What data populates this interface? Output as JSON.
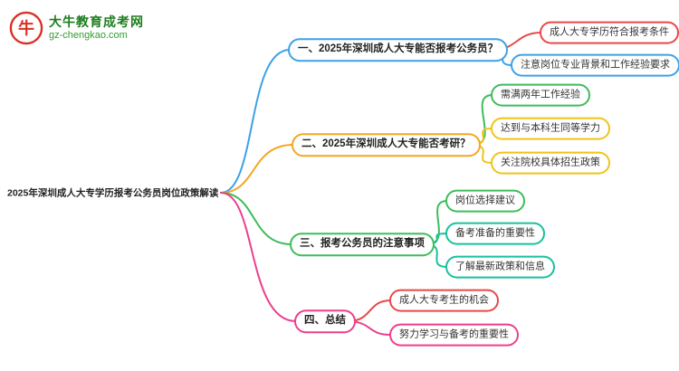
{
  "logo": {
    "brand": "大牛教育成考网",
    "domain": "gz-chengkao.com",
    "icon_char": "牛",
    "icon_color": "#d93025"
  },
  "mindmap": {
    "root": {
      "label": "2025年深圳成人大专学历报考公务员岗位政策解读"
    },
    "branches": [
      {
        "label": "一、2025年深圳成人大专能否报考公务员？",
        "color": "#3da1e6",
        "children": [
          {
            "label": "成人大专学历符合报考条件",
            "color": "#e8484a"
          },
          {
            "label": "注意岗位专业背景和工作经验要求",
            "color": "#3da1e6"
          }
        ]
      },
      {
        "label": "二、2025年深圳成人大专能否考研？",
        "color": "#f5a623",
        "children": [
          {
            "label": "需满两年工作经验",
            "color": "#3dbd5b"
          },
          {
            "label": "达到与本科生同等学力",
            "color": "#f0c419"
          },
          {
            "label": "关注院校具体招生政策",
            "color": "#f0c419"
          }
        ]
      },
      {
        "label": "三、报考公务员的注意事项",
        "color": "#3dbd5b",
        "children": [
          {
            "label": "岗位选择建议",
            "color": "#3dbd5b"
          },
          {
            "label": "备考准备的重要性",
            "color": "#19c19c"
          },
          {
            "label": "了解最新政策和信息",
            "color": "#19c19c"
          }
        ]
      },
      {
        "label": "四、总结",
        "color": "#ed3f8c",
        "children": [
          {
            "label": "成人大专考生的机会",
            "color": "#e8484a"
          },
          {
            "label": "努力学习与备考的重要性",
            "color": "#ed3f8c"
          }
        ]
      }
    ]
  }
}
